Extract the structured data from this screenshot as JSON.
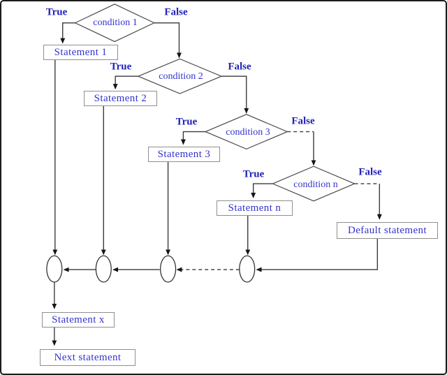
{
  "diagram": {
    "type": "flowchart",
    "subject": "if-else-if ladder decision flow",
    "conditions": [
      {
        "label": "condition 1",
        "true_label": "True",
        "false_label": "False"
      },
      {
        "label": "condition 2",
        "true_label": "True",
        "false_label": "False"
      },
      {
        "label": "condition 3",
        "true_label": "True",
        "false_label": "False"
      },
      {
        "label": "condition n",
        "true_label": "True",
        "false_label": "False"
      }
    ],
    "statements": [
      {
        "label": "Statement 1"
      },
      {
        "label": "Statement 2"
      },
      {
        "label": "Statement 3"
      },
      {
        "label": "Statement n"
      },
      {
        "label": "Default statement"
      },
      {
        "label": "Statement x"
      },
      {
        "label": "Next statement"
      }
    ],
    "colors": {
      "text": "#3333cc",
      "branch_label": "#2222bb",
      "line": "#3a3a3a",
      "box_border": "#8f8f8f",
      "background": "#ffffff"
    }
  }
}
